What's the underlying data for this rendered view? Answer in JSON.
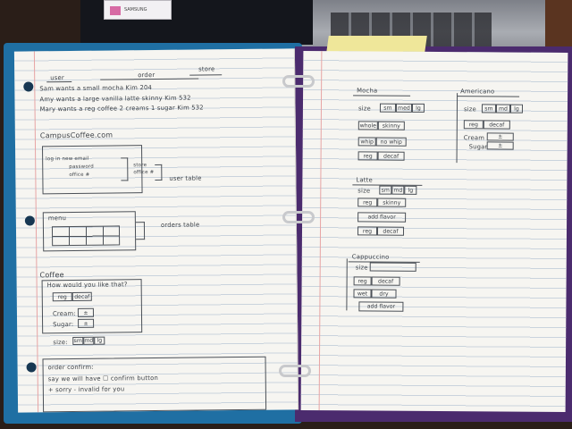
{
  "photo": {
    "laptop_sticker": "SAMSUNG",
    "colors": {
      "binder_left": "#1f6fa3",
      "binder_right": "#4b2b6e",
      "paper": "#f6f5f1",
      "ink": "#3d4248"
    }
  },
  "left_page": {
    "labels": {
      "user": "user",
      "order": "order",
      "store": "store"
    },
    "orders": [
      "Sam wants a small mocha  Kim 204",
      "Amy wants a large vanilla latte skinny  Kim 532",
      "Mary wants a reg coffee 2 creams 1 sugar  Kim 532"
    ],
    "site_title": "CampusCoffee.com",
    "login": {
      "lines": [
        "log in  new email",
        "password",
        "office #"
      ],
      "store_words": [
        "store",
        "office #"
      ],
      "note": "user table"
    },
    "menu": {
      "title": "menu",
      "note": "orders table"
    },
    "coffee": {
      "title": "Coffee",
      "question": "How would you like that?",
      "options": [
        "reg",
        "decaf"
      ],
      "cream_label": "Cream:",
      "sugar_label": "Sugar:",
      "stepper_symbol": "±",
      "size_label": "size:",
      "sizes": [
        "sm",
        "md",
        "lg"
      ]
    },
    "confirm": {
      "title": "order confirm:",
      "line1": "say we will have  ☐ confirm button",
      "line2": "+ sorry - invalid for you"
    }
  },
  "right_page": {
    "mocha": {
      "title": "Mocha",
      "size_label": "size",
      "sizes": [
        "sm",
        "med",
        "lg"
      ],
      "milk": [
        "whole",
        "skinny"
      ],
      "cream": [
        "whip",
        "no whip"
      ],
      "caffeine": [
        "reg",
        "decaf"
      ]
    },
    "americano": {
      "title": "Americano",
      "size_label": "size",
      "sizes": [
        "sm",
        "md",
        "lg"
      ],
      "caffeine": [
        "reg",
        "decaf"
      ],
      "cream_label": "Cream",
      "sugar_label": "Sugar"
    },
    "latte": {
      "title": "Latte",
      "size_label": "size",
      "sizes": [
        "sm",
        "md",
        "lg"
      ],
      "milk": [
        "reg",
        "skinny"
      ],
      "flavor": "add flavor",
      "caffeine": [
        "reg",
        "decaf"
      ]
    },
    "cappuccino": {
      "title": "Cappuccino",
      "size_label": "size",
      "caffeine": [
        "reg",
        "decaf"
      ],
      "foam": [
        "wet",
        "dry"
      ],
      "flavor": "add flavor"
    }
  }
}
